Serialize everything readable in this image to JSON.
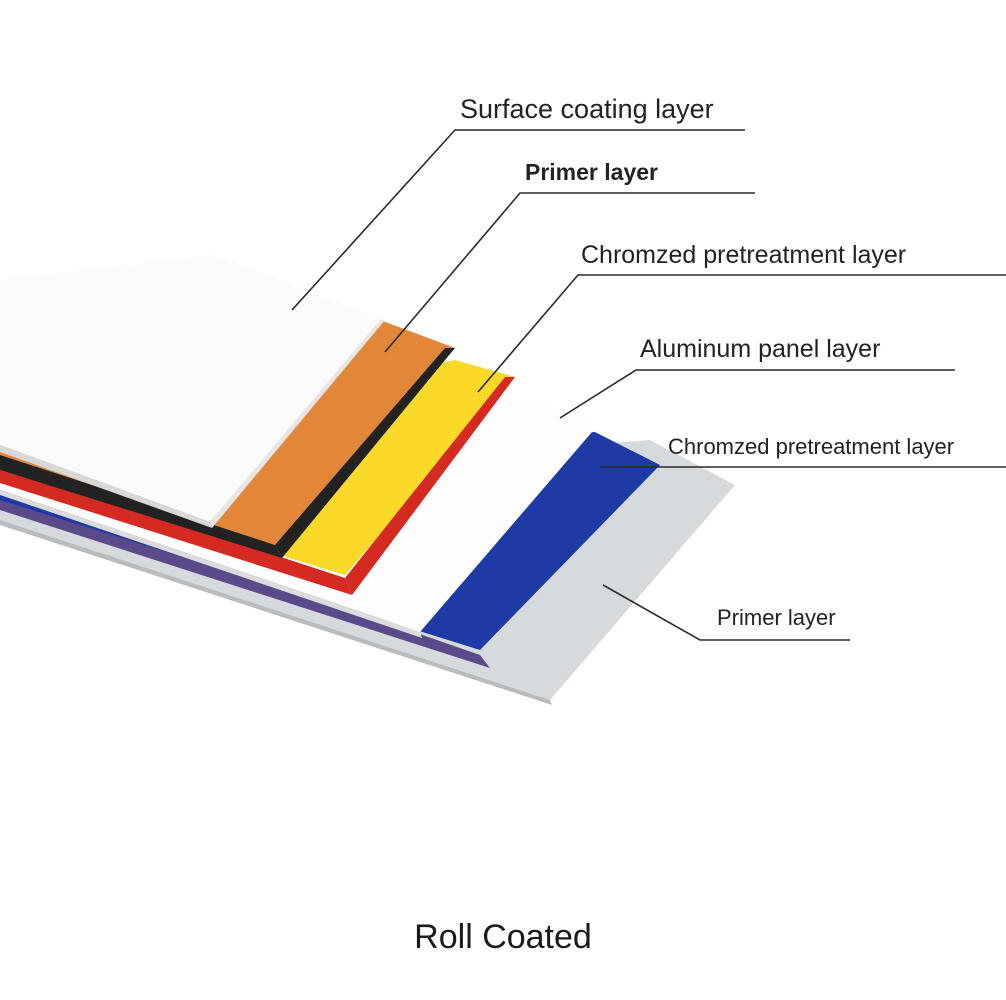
{
  "labels": {
    "surface_coating": "Surface coating layer",
    "primer_top": "Primer layer",
    "chromzed_top": "Chromzed pretreatment layer",
    "aluminum": "Aluminum panel layer",
    "chromzed_bottom": "Chromzed pretreatment layer",
    "primer_bottom": "Primer layer"
  },
  "caption": "Roll Coated",
  "colors": {
    "surface_coating": "#fbfbfb",
    "primer_top": "#e2873a",
    "black_edge": "#222222",
    "chromzed_top": "#fbd928",
    "red_edge": "#d42a22",
    "aluminum": "#fdfdfd",
    "chromzed_bottom": "#1e3aa5",
    "purple_edge": "#5b4a8a",
    "primer_bottom": "#d6dadc"
  }
}
